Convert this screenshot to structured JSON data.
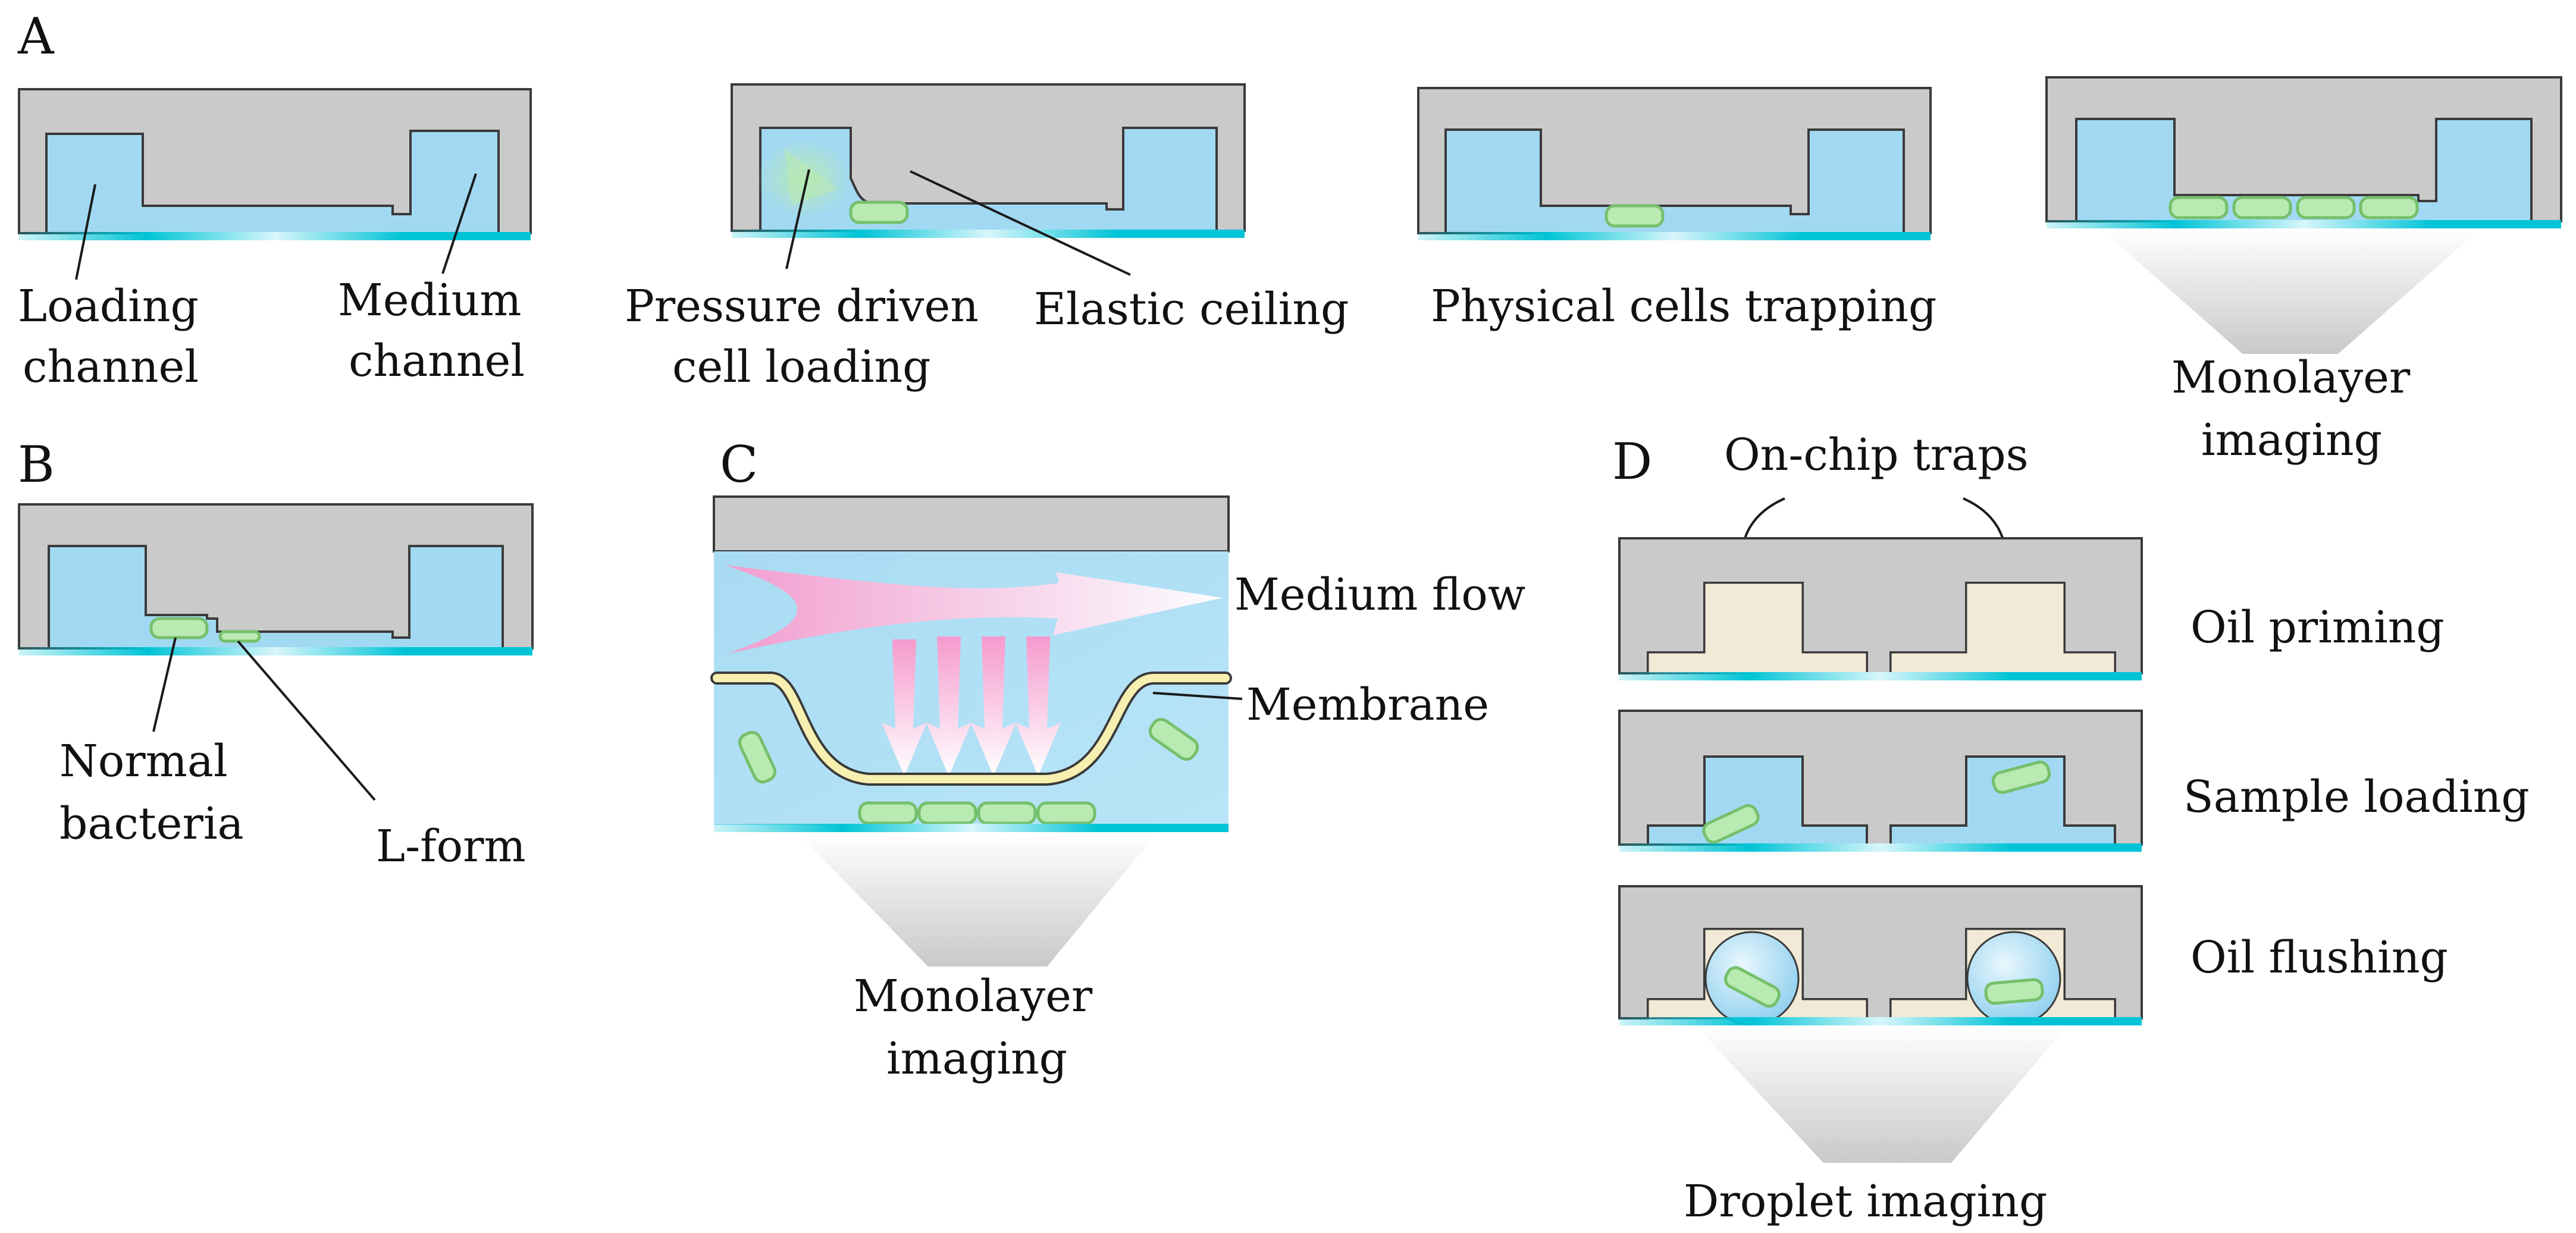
{
  "panels": {
    "A": {
      "letter": "A",
      "labels": {
        "loading_l1": "Loading",
        "loading_l2": "channel",
        "medium_l1": "Medium",
        "medium_l2": "channel",
        "pressure_l1": "Pressure driven",
        "pressure_l2": "cell loading",
        "elastic": "Elastic ceiling",
        "physical": "Physical cells trapping",
        "mono_l1": "Monolayer",
        "mono_l2": "imaging"
      }
    },
    "B": {
      "letter": "B",
      "labels": {
        "normal_l1": "Normal",
        "normal_l2": "bacteria",
        "lform": "L-form"
      }
    },
    "C": {
      "letter": "C",
      "labels": {
        "medium_flow": "Medium flow",
        "membrane": "Membrane",
        "mono_l1": "Monolayer",
        "mono_l2": "imaging"
      }
    },
    "D": {
      "letter": "D",
      "labels": {
        "traps": "On-chip traps",
        "oil_priming": "Oil priming",
        "sample_loading": "Sample loading",
        "oil_flushing": "Oil flushing",
        "droplet": "Droplet imaging"
      }
    }
  },
  "colors": {
    "chip": "#cacaca",
    "medium": "#a2d9f2",
    "glass": "#00c4d6",
    "cell": "#b9eab1",
    "oil": "#f2ead6",
    "flow": "#f59acd"
  }
}
